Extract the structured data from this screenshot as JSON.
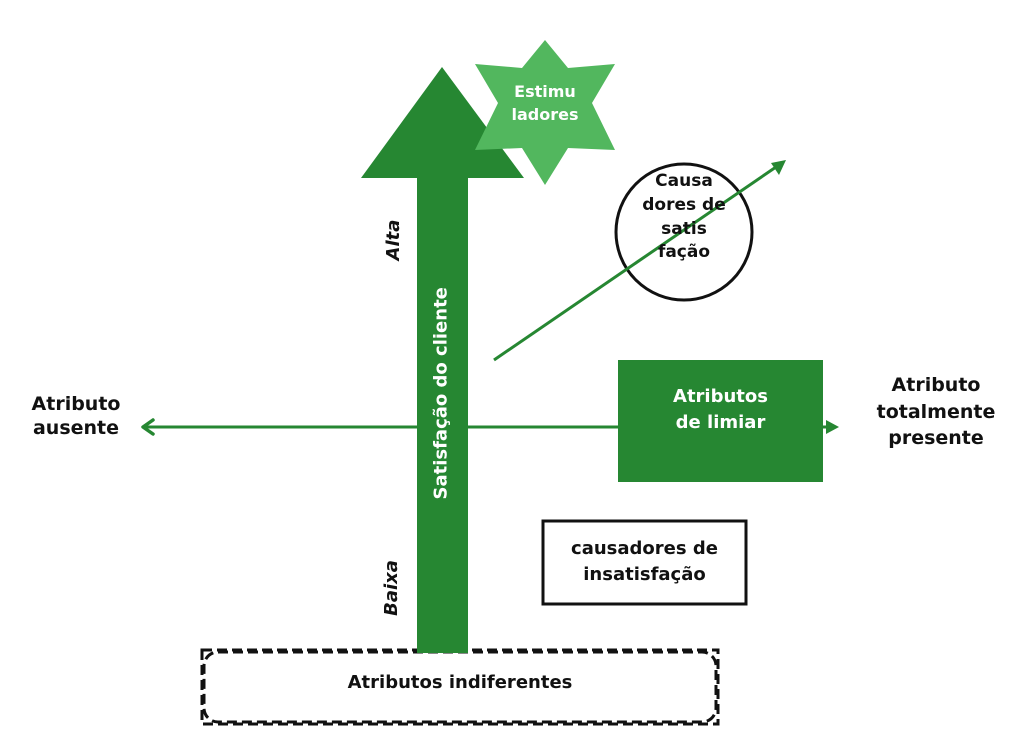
{
  "colors": {
    "dark_green": "#268732",
    "light_green": "#52b75e",
    "black": "#111111",
    "white": "#ffffff"
  },
  "axis": {
    "left_label": [
      "Atributo",
      "ausente"
    ],
    "right_label": [
      "Atributo",
      "totalmente",
      "presente"
    ],
    "vertical_label": "Satisfação do cliente",
    "high_label": "Alta",
    "low_label": "Baixa"
  },
  "categories": {
    "stimulators": [
      "Estimu",
      "ladores"
    ],
    "satisfiers": [
      "Causa",
      "dores de",
      "satis",
      "fação"
    ],
    "threshold": [
      "Atributos",
      "de limiar"
    ],
    "dissatisfiers": [
      "causadores de",
      "insatisfação"
    ],
    "indifferent": "Atributos indiferentes"
  }
}
